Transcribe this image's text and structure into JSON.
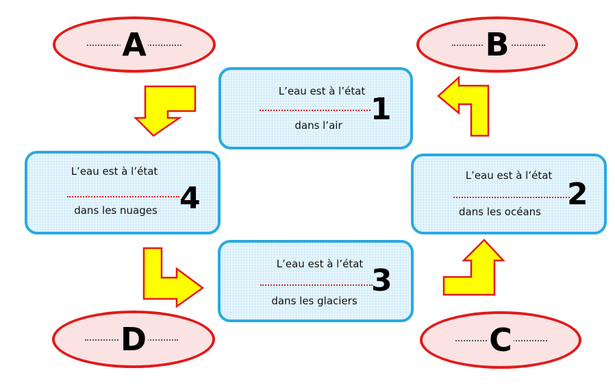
{
  "ellipses": [
    {
      "id": "A",
      "letter": "A"
    },
    {
      "id": "B",
      "letter": "B"
    },
    {
      "id": "C",
      "letter": "C"
    },
    {
      "id": "D",
      "letter": "D"
    }
  ],
  "boxes": [
    {
      "number": "1",
      "line1": "L’eau est à l’état",
      "line2": "dans l’air"
    },
    {
      "number": "2",
      "line1": "L’eau est à l’état",
      "line2": "dans les océans"
    },
    {
      "number": "3",
      "line1": "L’eau est à l’état",
      "line2": "dans les glaciers"
    },
    {
      "number": "4",
      "line1": "L’eau est à l’état",
      "line2": "dans les nuages"
    }
  ],
  "colors": {
    "ellipse_border": "#e21a1a",
    "ellipse_fill": "#fbe3e3",
    "box_border": "#29a9e1",
    "box_fill": "#d6eefa",
    "arrow_fill": "#ffff00",
    "arrow_stroke": "#e21a1a"
  }
}
